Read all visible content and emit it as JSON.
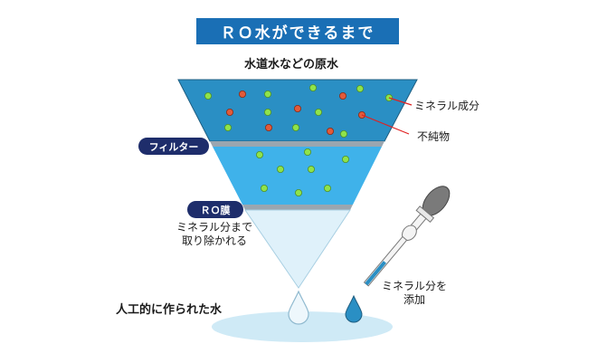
{
  "title": "ＲＯ水ができるまで",
  "labels": {
    "source_water": "水道水などの原水",
    "minerals": "ミネラル成分",
    "impurities": "不純物",
    "filter": "フィルター",
    "ro_membrane": "ＲＯ膜",
    "ro_desc_1": "ミネラル分まで",
    "ro_desc_2": "取り除かれる",
    "add_minerals_1": "ミネラル分を",
    "add_minerals_2": "添加",
    "result": "人工的に作られた水"
  },
  "colors": {
    "title_bg": "#1a6fb5",
    "top_layer": "#2a8fc4",
    "middle_layer": "#3fb2ea",
    "bottom_layer": "#dff1fa",
    "mineral_dot": "#8fe34a",
    "impurity_dot": "#e25b3a",
    "pill_bg": "#1e2d6b",
    "pointer_line": "#e02020"
  }
}
